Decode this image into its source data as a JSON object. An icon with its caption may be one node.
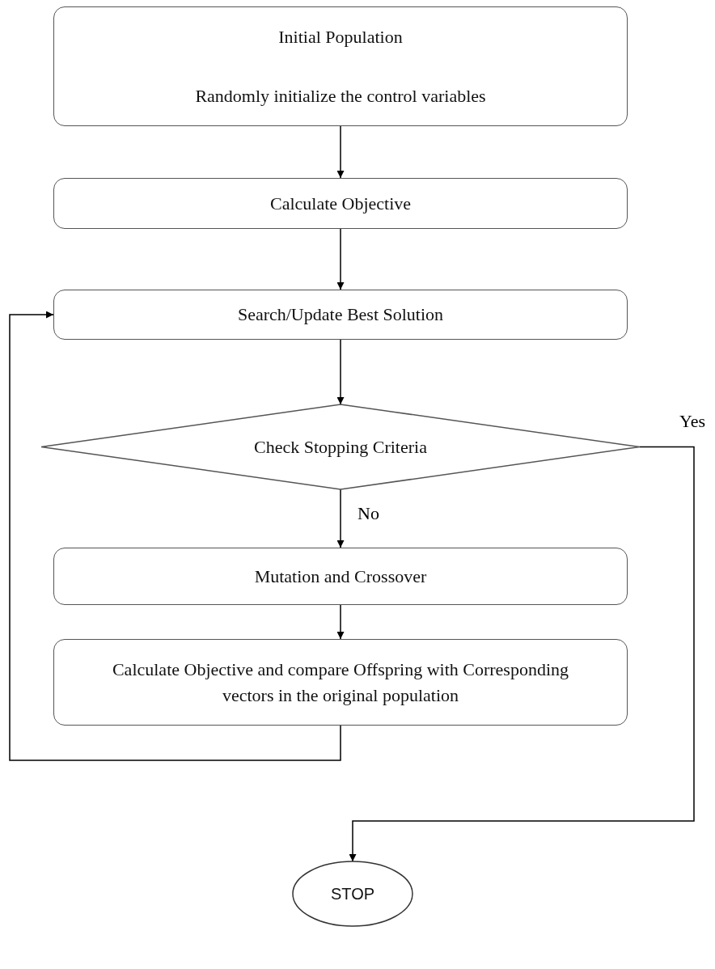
{
  "diagram": {
    "nodes": [
      {
        "text": [
          "Initial Population",
          "Randomly initialize the control variables"
        ]
      },
      {
        "text": [
          "Calculate Objective"
        ]
      },
      {
        "text": [
          "Search/Update Best Solution"
        ]
      },
      {
        "text": [
          "Check Stopping Criteria"
        ]
      },
      {
        "text": [
          "Mutation and Crossover"
        ]
      },
      {
        "text": [
          "Calculate Objective and compare Offspring with Corresponding vectors in the original population"
        ]
      },
      {
        "text": [
          "STOP"
        ]
      }
    ],
    "edges": [
      {
        "from": 0,
        "to": 1,
        "arrow": "to"
      },
      {
        "from": 1,
        "to": 2,
        "arrow": "to"
      },
      {
        "from": 2,
        "to": 3,
        "arrow": "to"
      },
      {
        "from": 3,
        "to": 4,
        "arrow": "to",
        "label": "No"
      },
      {
        "from": 4,
        "to": 5,
        "arrow": "to"
      },
      {
        "from": 5,
        "to": 2,
        "arrow": "to"
      },
      {
        "from": 3,
        "to": 6,
        "arrow": "to",
        "label": "Yes"
      }
    ]
  }
}
